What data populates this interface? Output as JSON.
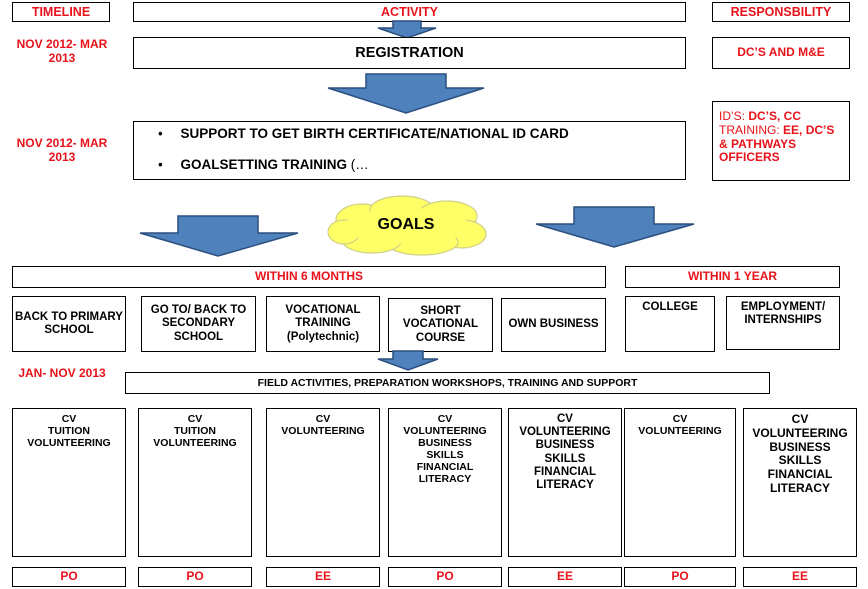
{
  "colors": {
    "accent_red": "#e8121a",
    "arrow_fill": "#4f81bd",
    "arrow_stroke": "#2b4f7e",
    "cloud_fill": "#ffff66"
  },
  "header": {
    "timeline": "TIMELINE",
    "activity": "ACTIVITY",
    "responsibility": "RESPONSBILITY"
  },
  "registration": {
    "timeline": "NOV 2012- MAR 2013",
    "label": "REGISTRATION",
    "responsible": "DC’S AND M&E"
  },
  "support": {
    "timeline": "NOV 2012- MAR 2013",
    "bullet1": "SUPPORT TO GET BIRTH CERTIFICATE/NATIONAL ID CARD",
    "bullet2_bold": "GOALSETTING TRAINING",
    "bullet2_rest": " (…",
    "ids_prefix": "ID’S: ",
    "ids_value": "DC’S, CC",
    "training_prefix": "TRAINING: ",
    "training_value": "EE, DC’S & PATHWAYS OFFICERS"
  },
  "goals": "GOALS",
  "within6": "WITHIN 6 MONTHS",
  "within1": "WITHIN 1 YEAR",
  "goal_boxes": [
    "BACK TO PRIMARY SCHOOL",
    "GO TO/ BACK TO SECONDARY SCHOOL",
    "VOCATIONAL TRAINING (Polytechnic)",
    "SHORT VOCATIONAL COURSE",
    "OWN BUSINESS",
    "COLLEGE",
    "EMPLOYMENT/ INTERNSHIPS"
  ],
  "field": {
    "timeline": "JAN- NOV 2013",
    "label": "FIELD ACTIVITIES, PREPARATION WORKSHOPS, TRAINING AND SUPPORT"
  },
  "activities": [
    "CV\nTUITION\nVOLUNTEERING",
    "CV\nTUITION\nVOLUNTEERING",
    "CV\nVOLUNTEERING",
    "CV\nVOLUNTEERING\nBUSINESS\nSKILLS\nFINANCIAL\nLITERACY",
    "CV\nVOLUNTEERING\nBUSINESS\nSKILLS\nFINANCIAL\nLITERACY",
    "CV\nVOLUNTEERING",
    "CV\nVOLUNTEERING\nBUSINESS\nSKILLS\nFINANCIAL\nLITERACY"
  ],
  "responsible_bottom": [
    "PO",
    "PO",
    "EE",
    "PO",
    "EE",
    "PO",
    "EE"
  ]
}
